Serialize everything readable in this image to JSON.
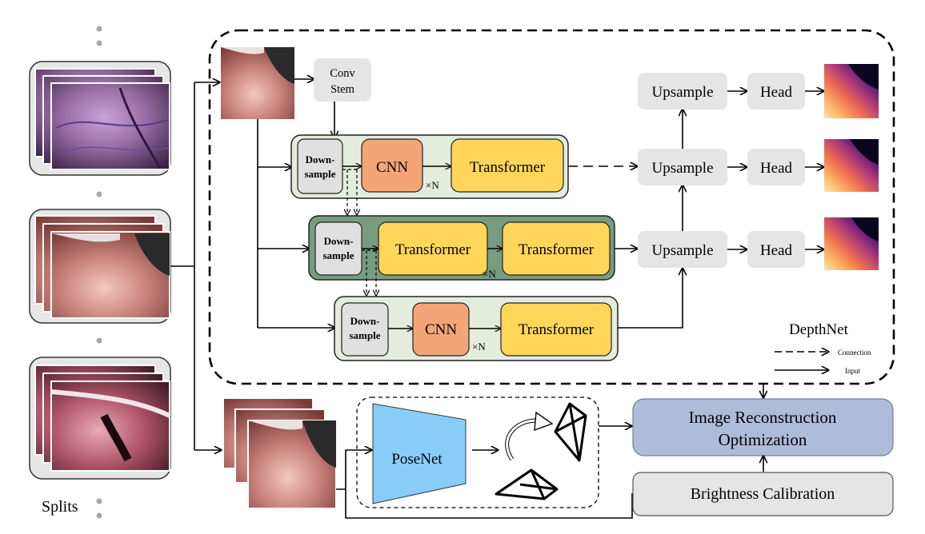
{
  "left_panel": {
    "splits_label": "Splits",
    "colors": {
      "frame_fill": "#e6e6e6",
      "dot": "#a8a8a8"
    }
  },
  "depthnet": {
    "title": "DepthNet",
    "conv_stem": [
      "Conv",
      "Stem"
    ],
    "downsample": [
      "Down-",
      "sample"
    ],
    "cnn": "CNN",
    "transformer": "Transformer",
    "times_n": "×N",
    "upsample": "Upsample",
    "head": "Head",
    "legend": {
      "connection": "Connection",
      "input": "Input"
    },
    "colors": {
      "stage_light": "#e3ecdd",
      "stage_dark": "#779c7f",
      "cnn": "#f4a578",
      "transformer": "#ffd659",
      "gray_box": "#e5e5e5",
      "downsample_box": "#e0e0e0"
    }
  },
  "posenet": {
    "label": "PoseNet",
    "color": "#87cdf8"
  },
  "reconstruction": {
    "label": [
      "Image Reconstruction",
      "Optimization"
    ],
    "color": "#adbcd8"
  },
  "brightness": {
    "label": "Brightness Calibration",
    "color": "#e5e5e5"
  }
}
